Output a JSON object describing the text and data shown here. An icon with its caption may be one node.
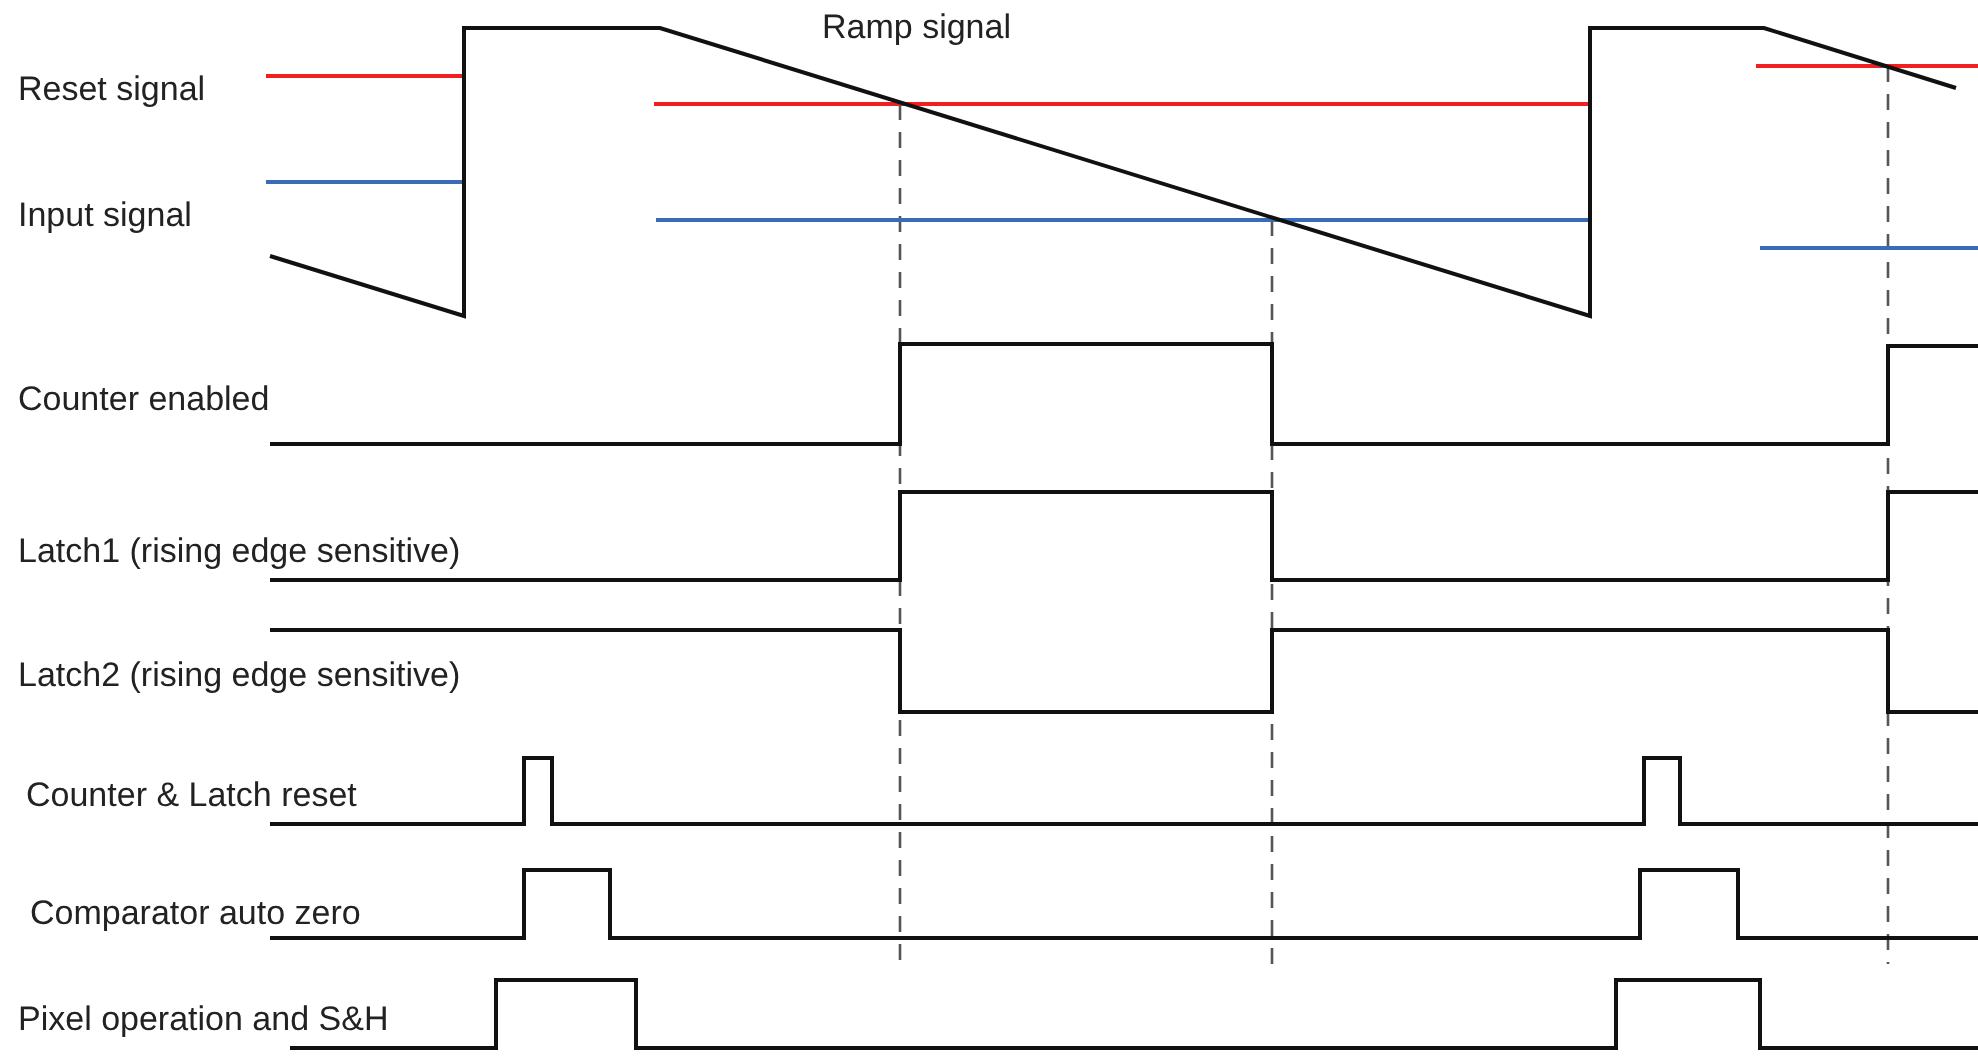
{
  "diagram": {
    "labels": [
      "Ramp signal",
      "Reset signal",
      "Input signal",
      "Counter enabled",
      "Latch1 (rising edge sensitive)",
      "Latch2 (rising edge sensitive)",
      "Counter & Latch reset",
      "Comparator auto zero",
      "Pixel operation and S&H"
    ]
  }
}
